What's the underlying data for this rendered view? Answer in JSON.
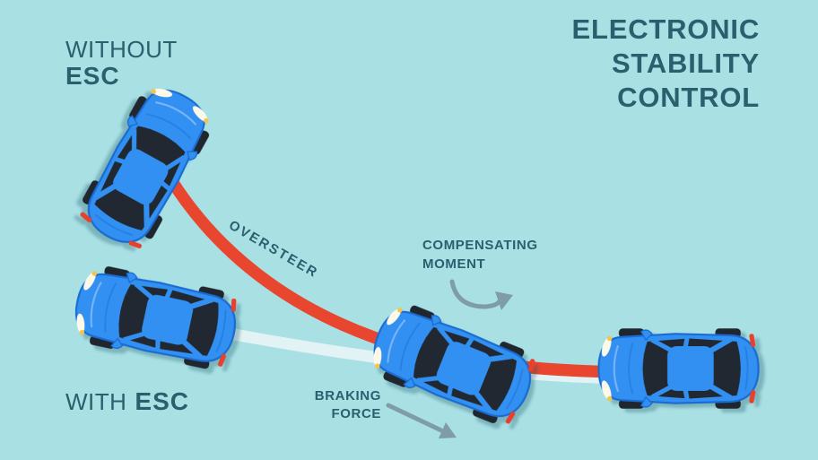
{
  "title": {
    "text": "ELECTRONIC\nSTABILITY\nCONTROL"
  },
  "labels": {
    "without": {
      "prefix": "WITHOUT",
      "strong": "ESC"
    },
    "with": {
      "prefix": "WITH",
      "strong": "ESC"
    },
    "oversteer": "OVERSTEER",
    "compensating_moment": "COMPENSATING\nMOMENT",
    "braking_force": "BRAKING\nFORCE"
  },
  "colors": {
    "background": "#a8e0e4",
    "text": "#2b5f6e",
    "oversteer_path": "#e9462f",
    "esc_path": "#e2f3f5",
    "arrow": "#7f9da6",
    "car_body": "#3190f2",
    "car_outline": "#1a6bd2",
    "car_glass": "#222831",
    "headlight": "#fdf9ea",
    "taillight": "#e7402c"
  },
  "scene": {
    "paths": [
      {
        "name": "oversteer-path",
        "color": "#e9462f"
      },
      {
        "name": "esc-corrected-path",
        "color": "#e2f3f5"
      }
    ],
    "arrows": [
      {
        "name": "compensating-moment-arrow"
      },
      {
        "name": "braking-force-arrow"
      }
    ],
    "cars": [
      {
        "name": "car-initial-straight"
      },
      {
        "name": "car-braking-mid"
      },
      {
        "name": "car-with-esc-final"
      },
      {
        "name": "car-without-esc-spinning"
      }
    ]
  }
}
